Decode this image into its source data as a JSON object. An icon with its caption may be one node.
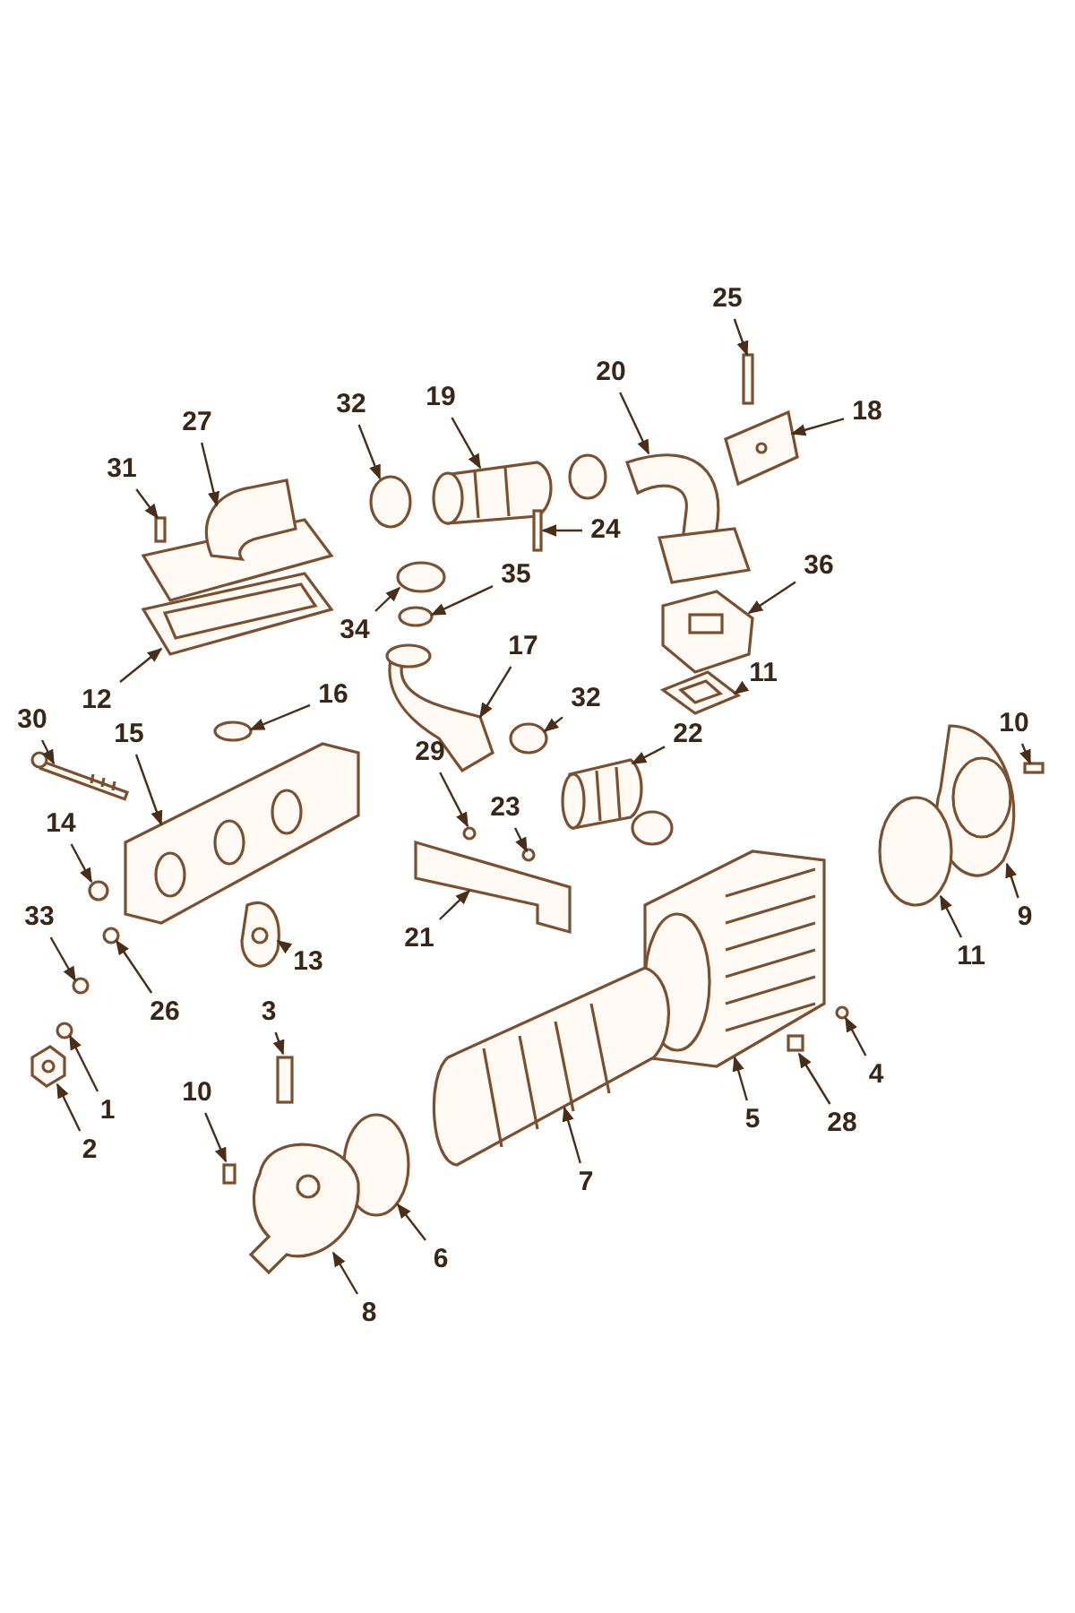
{
  "diagram": {
    "nodes": [
      {
        "text": [
          "25"
        ]
      },
      {
        "text": [
          "32"
        ]
      },
      {
        "text": [
          "19"
        ]
      },
      {
        "text": [
          "20"
        ]
      },
      {
        "text": [
          "18"
        ]
      },
      {
        "text": [
          "27"
        ]
      },
      {
        "text": [
          "31"
        ]
      },
      {
        "text": [
          "24"
        ]
      },
      {
        "text": [
          "35"
        ]
      },
      {
        "text": [
          "36"
        ]
      },
      {
        "text": [
          "34"
        ]
      },
      {
        "text": [
          "12"
        ]
      },
      {
        "text": [
          "17"
        ]
      },
      {
        "text": [
          "16"
        ]
      },
      {
        "text": [
          "11"
        ]
      },
      {
        "text": [
          "30"
        ]
      },
      {
        "text": [
          "15"
        ]
      },
      {
        "text": [
          "32"
        ]
      },
      {
        "text": [
          "22"
        ]
      },
      {
        "text": [
          "29"
        ]
      },
      {
        "text": [
          "10"
        ]
      },
      {
        "text": [
          "23"
        ]
      },
      {
        "text": [
          "14"
        ]
      },
      {
        "text": [
          "9"
        ]
      },
      {
        "text": [
          "21"
        ]
      },
      {
        "text": [
          "13"
        ]
      },
      {
        "text": [
          "11"
        ]
      },
      {
        "text": [
          "33"
        ]
      },
      {
        "text": [
          "26"
        ]
      },
      {
        "text": [
          "3"
        ]
      },
      {
        "text": [
          "5"
        ]
      },
      {
        "text": [
          "4"
        ]
      },
      {
        "text": [
          "28"
        ]
      },
      {
        "text": [
          "1"
        ]
      },
      {
        "text": [
          "2"
        ]
      },
      {
        "text": [
          "10"
        ]
      },
      {
        "text": [
          "7"
        ]
      },
      {
        "text": [
          "6"
        ]
      },
      {
        "text": [
          "8"
        ]
      },
      {
        "text": [],
        "shape": "box"
      },
      {
        "text": [],
        "shape": "circle"
      },
      {
        "text": [],
        "shape": "picture"
      },
      {
        "text": [],
        "shape": "picture"
      },
      {
        "text": [],
        "shape": "picture"
      },
      {
        "text": [],
        "shape": "picture"
      },
      {
        "text": [],
        "shape": "box"
      },
      {
        "text": [],
        "shape": "box"
      },
      {
        "text": [],
        "shape": "circle"
      },
      {
        "text": [],
        "shape": "picture"
      },
      {
        "text": [],
        "shape": "circle"
      },
      {
        "text": [],
        "shape": "picture"
      },
      {
        "text": [],
        "shape": "picture"
      },
      {
        "text": [],
        "shape": "circle"
      },
      {
        "text": [],
        "shape": "picture"
      },
      {
        "text": [],
        "shape": "picture"
      },
      {
        "text": [],
        "shape": "picture"
      },
      {
        "text": [],
        "shape": "circle"
      },
      {
        "text": [],
        "shape": "picture"
      },
      {
        "text": [],
        "shape": "circle"
      },
      {
        "text": [],
        "shape": "box"
      },
      {
        "text": [],
        "shape": "circle"
      },
      {
        "text": [],
        "shape": "circle"
      },
      {
        "text": [],
        "shape": "picture"
      },
      {
        "text": [],
        "shape": "picture"
      },
      {
        "text": [],
        "shape": "picture"
      },
      {
        "text": [],
        "shape": "circle"
      },
      {
        "text": [],
        "shape": "circle"
      },
      {
        "text": [],
        "shape": "circle"
      },
      {
        "text": [],
        "shape": "box"
      },
      {
        "text": [],
        "shape": "picture"
      },
      {
        "text": [],
        "shape": "circle"
      },
      {
        "text": [],
        "shape": "box"
      },
      {
        "text": [],
        "shape": "circle"
      },
      {
        "text": [],
        "shape": "picture"
      },
      {
        "text": [],
        "shape": "box"
      },
      {
        "text": [],
        "shape": "picture"
      },
      {
        "text": [],
        "shape": "circle"
      },
      {
        "text": [],
        "shape": "picture"
      }
    ],
    "edges": [
      {
        "from": 0,
        "to": 39,
        "arrow": "to"
      },
      {
        "from": 1,
        "to": 40,
        "arrow": "to"
      },
      {
        "from": 2,
        "to": 41,
        "arrow": "to"
      },
      {
        "from": 3,
        "to": 42,
        "arrow": "to"
      },
      {
        "from": 4,
        "to": 43,
        "arrow": "to"
      },
      {
        "from": 5,
        "to": 44,
        "arrow": "to"
      },
      {
        "from": 6,
        "to": 45,
        "arrow": "to"
      },
      {
        "from": 7,
        "to": 46,
        "arrow": "to"
      },
      {
        "from": 8,
        "to": 47,
        "arrow": "to"
      },
      {
        "from": 9,
        "to": 48,
        "arrow": "to"
      },
      {
        "from": 10,
        "to": 49,
        "arrow": "to"
      },
      {
        "from": 11,
        "to": 50,
        "arrow": "to"
      },
      {
        "from": 12,
        "to": 51,
        "arrow": "to"
      },
      {
        "from": 13,
        "to": 52,
        "arrow": "to"
      },
      {
        "from": 14,
        "to": 53,
        "arrow": "to"
      },
      {
        "from": 15,
        "to": 54,
        "arrow": "to"
      },
      {
        "from": 16,
        "to": 55,
        "arrow": "to"
      },
      {
        "from": 17,
        "to": 56,
        "arrow": "to"
      },
      {
        "from": 18,
        "to": 57,
        "arrow": "to"
      },
      {
        "from": 19,
        "to": 58,
        "arrow": "to"
      },
      {
        "from": 20,
        "to": 59,
        "arrow": "to"
      },
      {
        "from": 21,
        "to": 60,
        "arrow": "to"
      },
      {
        "from": 22,
        "to": 61,
        "arrow": "to"
      },
      {
        "from": 23,
        "to": 62,
        "arrow": "to"
      },
      {
        "from": 24,
        "to": 63,
        "arrow": "to"
      },
      {
        "from": 25,
        "to": 64,
        "arrow": "to"
      },
      {
        "from": 26,
        "to": 65,
        "arrow": "to"
      },
      {
        "from": 27,
        "to": 66,
        "arrow": "to"
      },
      {
        "from": 28,
        "to": 67,
        "arrow": "to"
      },
      {
        "from": 29,
        "to": 68,
        "arrow": "to"
      },
      {
        "from": 30,
        "to": 69,
        "arrow": "to"
      },
      {
        "from": 31,
        "to": 70,
        "arrow": "to"
      },
      {
        "from": 32,
        "to": 71,
        "arrow": "to"
      },
      {
        "from": 33,
        "to": 72,
        "arrow": "to"
      },
      {
        "from": 34,
        "to": 73,
        "arrow": "to"
      },
      {
        "from": 35,
        "to": 74,
        "arrow": "to"
      },
      {
        "from": 36,
        "to": 75,
        "arrow": "to"
      },
      {
        "from": 37,
        "to": 76,
        "arrow": "to"
      },
      {
        "from": 38,
        "to": 77,
        "arrow": "to"
      }
    ]
  }
}
